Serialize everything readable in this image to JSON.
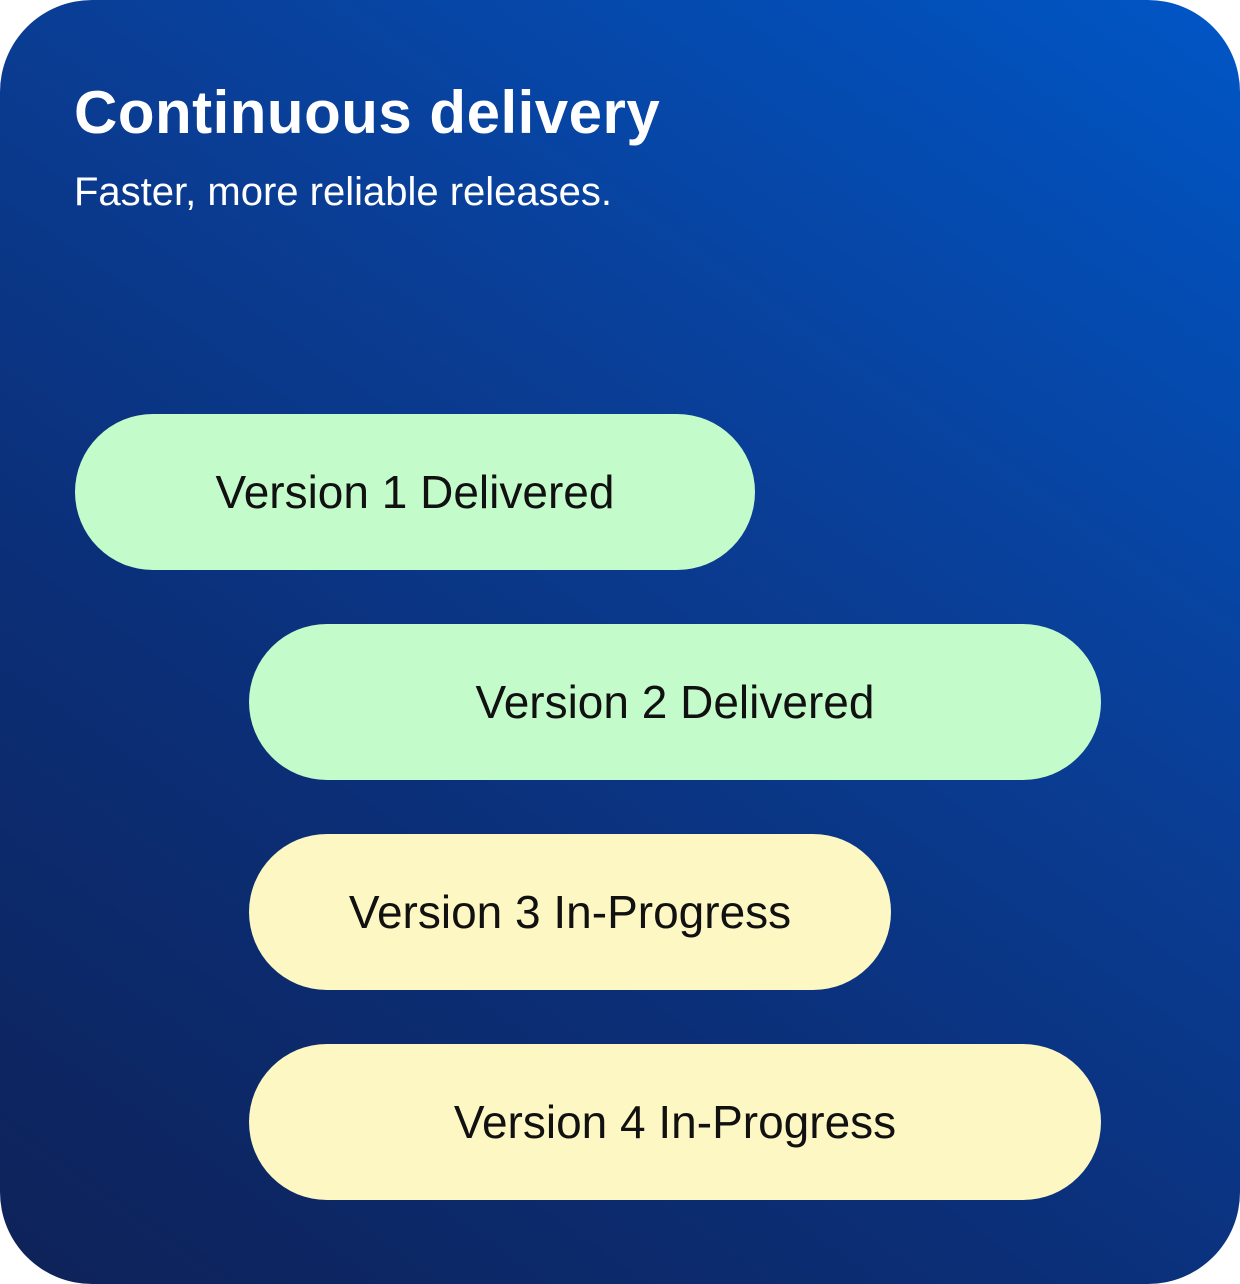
{
  "card": {
    "title": "Continuous delivery",
    "subtitle": "Faster, more reliable releases."
  },
  "versions": [
    {
      "label": "Version 1 Delivered",
      "status": "delivered"
    },
    {
      "label": "Version 2 Delivered",
      "status": "delivered"
    },
    {
      "label": "Version 3 In-Progress",
      "status": "in-progress"
    },
    {
      "label": "Version 4 In-Progress",
      "status": "in-progress"
    }
  ],
  "colors": {
    "delivered": "#c3fcca",
    "in_progress": "#fcf7c3",
    "gradient_start": "#0056c6",
    "gradient_end": "#0e2258"
  }
}
